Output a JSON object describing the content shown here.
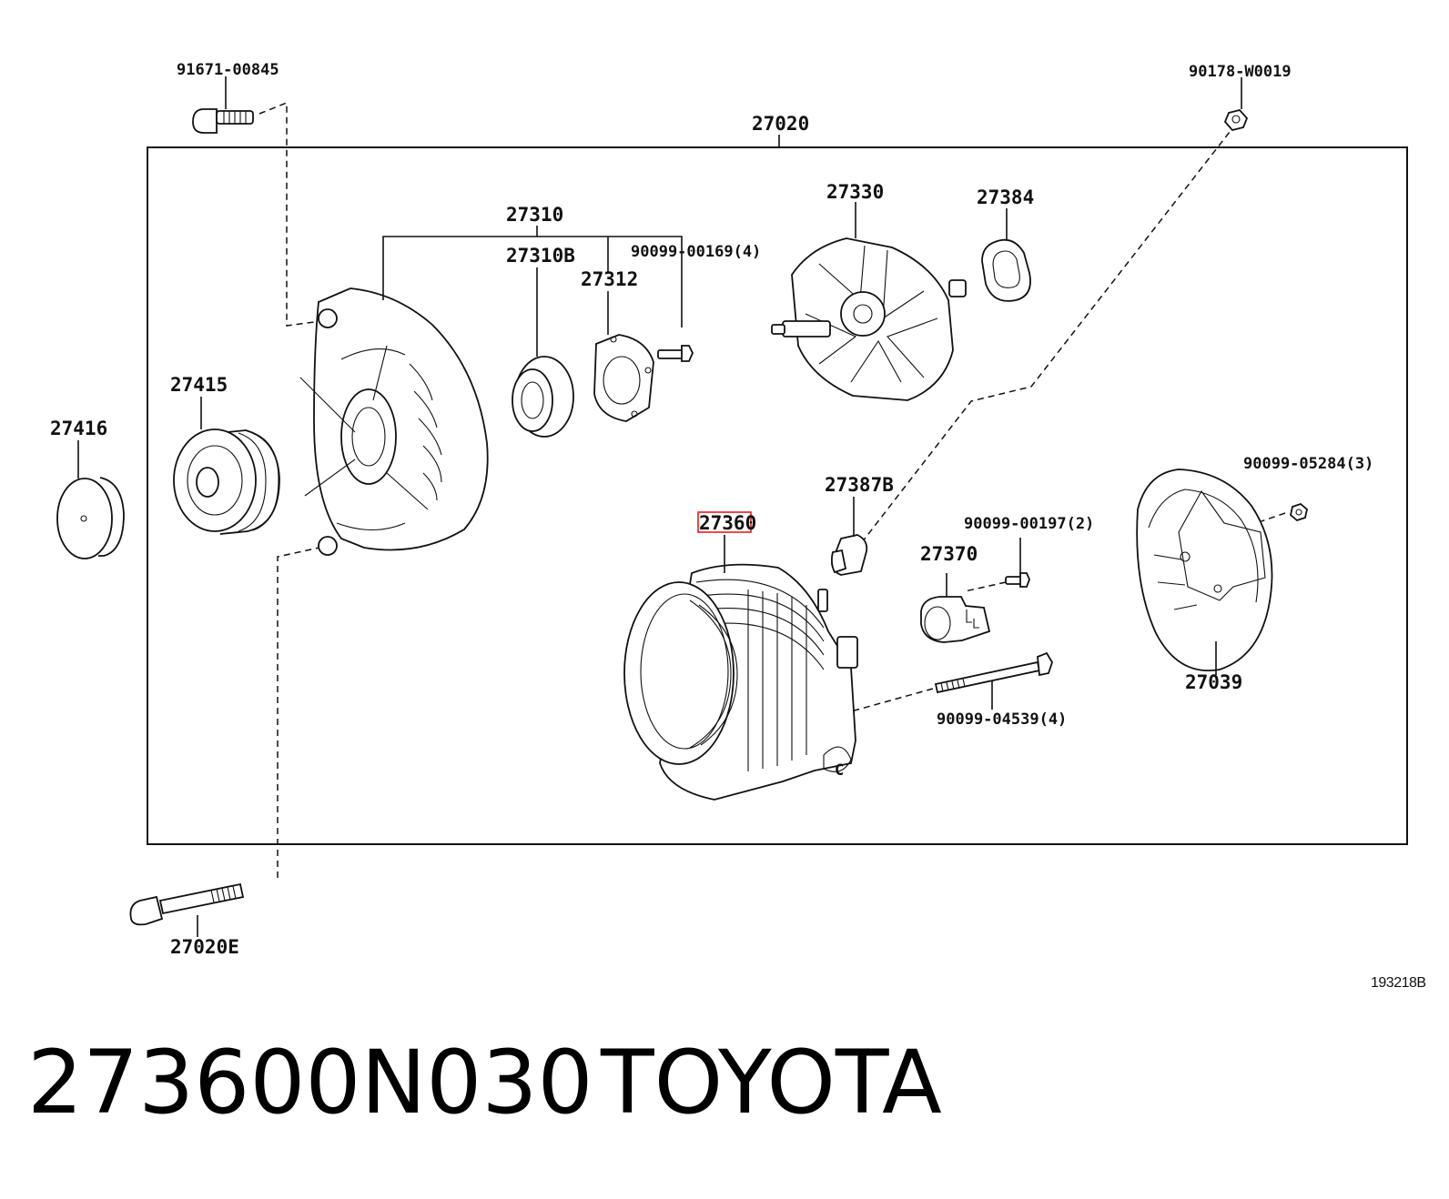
{
  "diagram": {
    "labels": {
      "p91671": "91671-00845",
      "p27020": "27020",
      "p90178": "90178-W0019",
      "p27310": "27310",
      "p27310b": "27310B",
      "p27312": "27312",
      "p90099_00169": "90099-00169(4)",
      "p27330": "27330",
      "p27384": "27384",
      "p27415": "27415",
      "p27416": "27416",
      "p27387b": "27387B",
      "p27360": "27360",
      "p90099_05284": "90099-05284(3)",
      "p90099_00197": "90099-00197(2)",
      "p27370": "27370",
      "p27039": "27039",
      "p90099_04539": "90099-04539(4)",
      "p27020e": "27020E"
    },
    "reference_code": "193218B",
    "highlight_color": "#e0201c"
  },
  "caption": {
    "part_number": "273600N030",
    "brand": "TOYOTA"
  }
}
